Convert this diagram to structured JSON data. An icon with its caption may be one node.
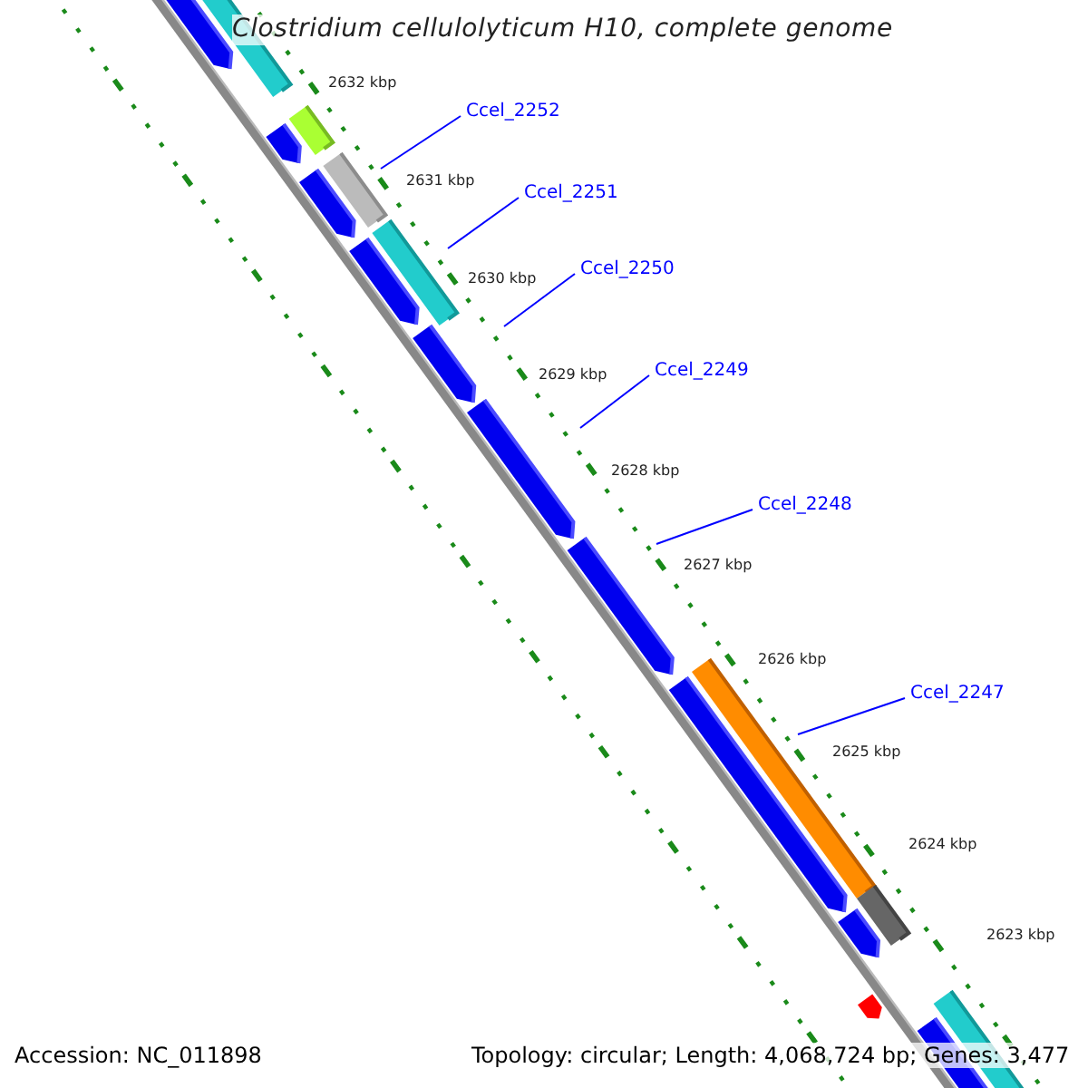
{
  "diagram": {
    "title": "Clostridium cellulolyticum H10, complete genome",
    "nodes": [
      {
        "text": [
          "Ccel_2252"
        ]
      },
      {
        "text": [
          "Ccel_2251"
        ]
      },
      {
        "text": [
          "Ccel_2250"
        ]
      },
      {
        "text": [
          "Ccel_2249"
        ]
      },
      {
        "text": [
          "Ccel_2248"
        ]
      },
      {
        "text": [
          "Ccel_2247"
        ]
      }
    ],
    "edges": [
      {
        "from": 0,
        "to": null,
        "arrow": "none"
      },
      {
        "from": 1,
        "to": null,
        "arrow": "none"
      },
      {
        "from": 2,
        "to": null,
        "arrow": "none"
      },
      {
        "from": 3,
        "to": null,
        "arrow": "none"
      },
      {
        "from": 4,
        "to": null,
        "arrow": "none"
      },
      {
        "from": 5,
        "to": null,
        "arrow": "none"
      }
    ],
    "labels": [
      "2632 kbp",
      "2631 kbp",
      "2630 kbp",
      "2629 kbp",
      "2628 kbp",
      "2627 kbp",
      "2626 kbp",
      "2625 kbp",
      "2624 kbp",
      "2623 kbp",
      "Accession: NC_011898",
      "Topology: circular; Length: 4,068,724 bp; Genes: 3,477"
    ]
  }
}
